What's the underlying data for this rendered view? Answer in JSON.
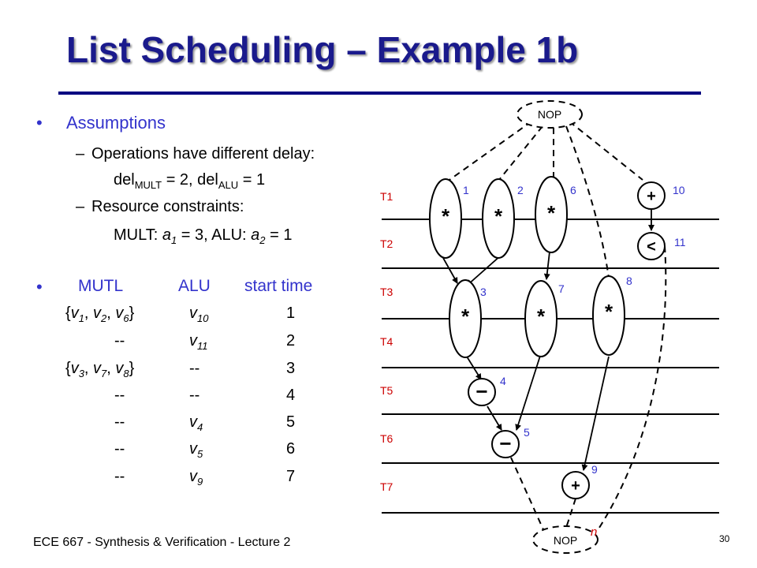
{
  "slide": {
    "title": "List Scheduling – Example 1b",
    "assumptions_heading": "Assumptions",
    "sub_bullet_1": "Operations have different delay:",
    "delay_line": {
      "del_mult_prefix": "del",
      "del_mult_sub": "MULT",
      "del_mult_value": " = 2, del",
      "del_alu_sub": "ALU",
      "del_alu_value": " = 1"
    },
    "sub_bullet_2": "Resource constraints:",
    "resource_line": {
      "mult_prefix": "MULT: ",
      "a1": "a",
      "a1_sub": "1",
      "a1_value": " = 3, ALU: ",
      "a2": "a",
      "a2_sub": "2",
      "a2_value": " = 1"
    },
    "table": {
      "headers": [
        "MUTL",
        "ALU",
        "start time"
      ],
      "rows": [
        {
          "mult": "{v1, v2, v6}",
          "alu": "v10",
          "time": "1"
        },
        {
          "mult": "--",
          "alu": "v11",
          "time": "2"
        },
        {
          "mult": "{v3, v7, v8}",
          "alu": "--",
          "time": "3"
        },
        {
          "mult": "--",
          "alu": "--",
          "time": "4"
        },
        {
          "mult": "--",
          "alu": "v4",
          "time": "5"
        },
        {
          "mult": "--",
          "alu": "v5",
          "time": "6"
        },
        {
          "mult": "--",
          "alu": "v9",
          "time": "7"
        }
      ]
    },
    "footer": "ECE 667 - Synthesis & Verification - Lecture 2",
    "page_number": "30"
  },
  "diagram": {
    "time_steps": [
      "T1",
      "T2",
      "T3",
      "T4",
      "T5",
      "T6",
      "T7"
    ],
    "source_label": "NOP",
    "sink_label": "NOP",
    "sink_index": "n",
    "nodes": [
      {
        "id": "1",
        "op": "*"
      },
      {
        "id": "2",
        "op": "*"
      },
      {
        "id": "6",
        "op": "*"
      },
      {
        "id": "10",
        "op": "+"
      },
      {
        "id": "11",
        "op": "<"
      },
      {
        "id": "3",
        "op": "*"
      },
      {
        "id": "7",
        "op": "*"
      },
      {
        "id": "8",
        "op": "*"
      },
      {
        "id": "4",
        "op": "−"
      },
      {
        "id": "5",
        "op": "−"
      },
      {
        "id": "9",
        "op": "+"
      }
    ],
    "colors": {
      "title": "#1a1a8c",
      "accent": "#3333cc",
      "rule": "#000080"
    }
  }
}
